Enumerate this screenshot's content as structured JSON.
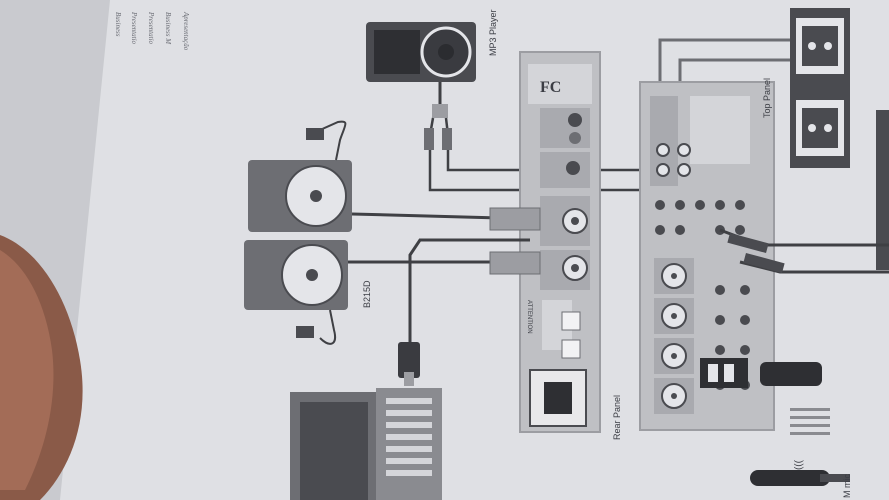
{
  "labels": {
    "mp3_player": "MP3 Player",
    "top_panel": "Top Panel",
    "rear_panel": "Rear Panel",
    "speaker_model": "B215D",
    "mic": "M mic",
    "attention": "ATTENTION"
  },
  "margin_text": [
    "Business",
    "Presentatio",
    "Presentatio",
    "Business M",
    "Apresentação"
  ],
  "colors": {
    "paper": "#e4e5e9",
    "panel": "#bfc0c4",
    "panel_dark": "#9c9da2",
    "device_dark": "#4a4b50",
    "cable": "#3f4044",
    "ink": "#3b3d44",
    "finger": "#8a5a48"
  },
  "icons": [
    "xlr-connector-icon",
    "power-socket-icon",
    "usb-plug-icon",
    "speaker-icon",
    "cassette-icon",
    "microphone-icon",
    "rca-plug-icon"
  ]
}
